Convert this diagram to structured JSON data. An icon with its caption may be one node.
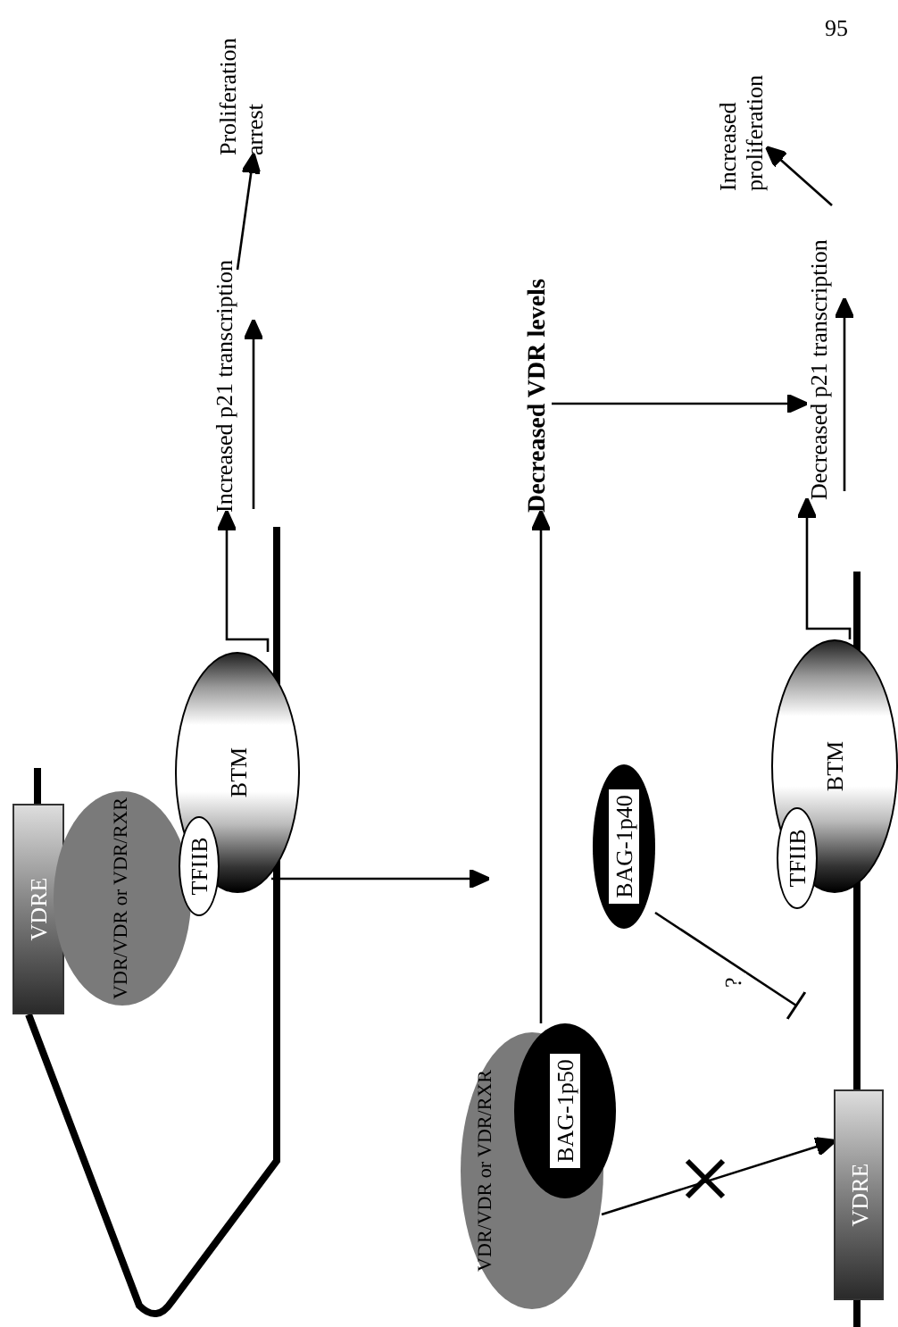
{
  "diagram": {
    "nodes": [
      {
        "text": [
          "VDRE"
        ]
      },
      {
        "text": [
          "VDR/VDR or VDR/RXR"
        ]
      },
      {
        "text": [
          "TFIIB"
        ]
      },
      {
        "text": [
          "BTM"
        ]
      },
      {
        "text": [
          "Increased p21 transcription"
        ]
      },
      {
        "text": [
          "Proliferation arrest"
        ]
      },
      {
        "text": [
          "Decreased VDR levels"
        ]
      },
      {
        "text": [
          "BAG-1p40"
        ]
      },
      {
        "text": [
          "VDR/VDR or VDR/RXR"
        ]
      },
      {
        "text": [
          "BAG-1p50"
        ]
      },
      {
        "text": [
          "VDRE"
        ]
      },
      {
        "text": [
          "TFIIB"
        ]
      },
      {
        "text": [
          "BTM"
        ]
      },
      {
        "text": [
          "Decreased p21 transcription"
        ]
      },
      {
        "text": [
          "Increased proliferation"
        ]
      }
    ],
    "edges": [
      {
        "from": 3,
        "to": 4,
        "arrow": "to"
      },
      {
        "from": 4,
        "to": 5,
        "arrow": "to"
      },
      {
        "from": 3,
        "to": null,
        "arrow": "to"
      },
      {
        "from": 9,
        "to": 6,
        "arrow": "to"
      },
      {
        "from": 6,
        "to": 13,
        "arrow": "to"
      },
      {
        "from": 7,
        "to": null,
        "arrow": "other",
        "label": "?"
      },
      {
        "from": 8,
        "to": 10,
        "arrow": "to"
      },
      {
        "from": 12,
        "to": 13,
        "arrow": "to"
      },
      {
        "from": 13,
        "to": 14,
        "arrow": "to"
      }
    ],
    "labels": [
      "95"
    ]
  }
}
